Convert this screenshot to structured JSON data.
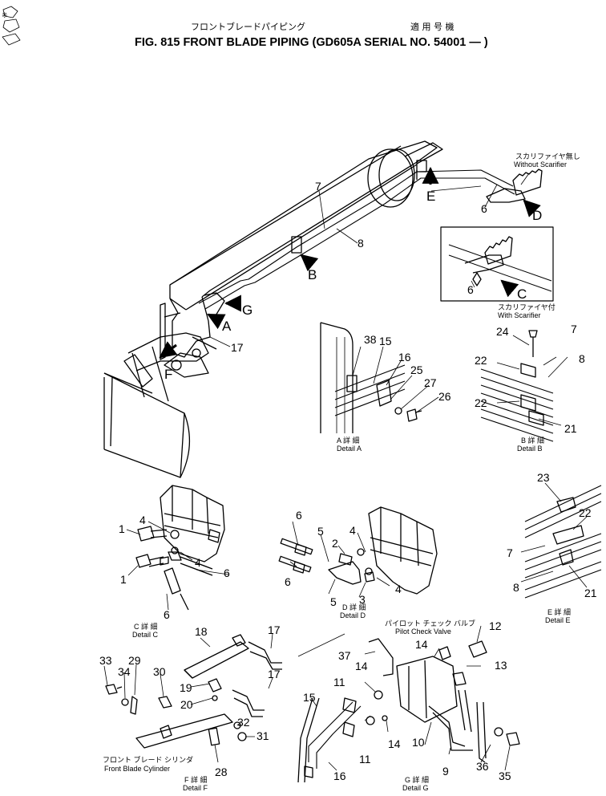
{
  "title": {
    "jp": "フロントブレードパイピング",
    "jp_applies": "適 用 号 機",
    "main": "FIG. 815  FRONT BLADE PIPING (GD605A SERIAL NO. 54001 — )"
  },
  "corner_mark": "※",
  "callouts": {
    "A": "A",
    "B": "B",
    "C": "C",
    "D": "D",
    "E": "E",
    "F": "F",
    "G": "G"
  },
  "notes": {
    "without_scarifier_jp": "スカリファイヤ無し",
    "without_scarifier": "Without Scarifier",
    "with_scarifier_jp": "スカリファイヤ付",
    "with_scarifier": "With Scarifier",
    "pilot_check_jp": "パイロット チェック バルブ",
    "pilot_check": "Pilot Check Valve",
    "blade_cyl_jp": "フロント ブレード シリンダ",
    "blade_cyl": "Front Blade Cylinder"
  },
  "details": {
    "A_jp": "A 詳 細",
    "A": "Detail A",
    "B_jp": "B 詳 細",
    "B": "Detail B",
    "C_jp": "C 詳 細",
    "C": "Detail C",
    "D_jp": "D 詳 細",
    "D": "Detail D",
    "E_jp": "E 詳 細",
    "E": "Detail E",
    "F_jp": "F 詳 細",
    "F": "Detail F",
    "G_jp": "G 詳 細",
    "G": "Detail G"
  },
  "parts": {
    "p1": "1",
    "p2": "2",
    "p3": "3",
    "p4": "4",
    "p5": "5",
    "p6": "6",
    "p7": "7",
    "p8": "8",
    "p9": "9",
    "p10": "10",
    "p11": "11",
    "p12": "12",
    "p13": "13",
    "p14": "14",
    "p15": "15",
    "p16": "16",
    "p17": "17",
    "p18": "18",
    "p19": "19",
    "p20": "20",
    "p21": "21",
    "p22": "22",
    "p23": "23",
    "p24": "24",
    "p25": "25",
    "p26": "26",
    "p27": "27",
    "p28": "28",
    "p29": "29",
    "p30": "30",
    "p31": "31",
    "p32": "32",
    "p33": "33",
    "p34": "34",
    "p35": "35",
    "p36": "36",
    "p37": "37",
    "p38": "38"
  }
}
